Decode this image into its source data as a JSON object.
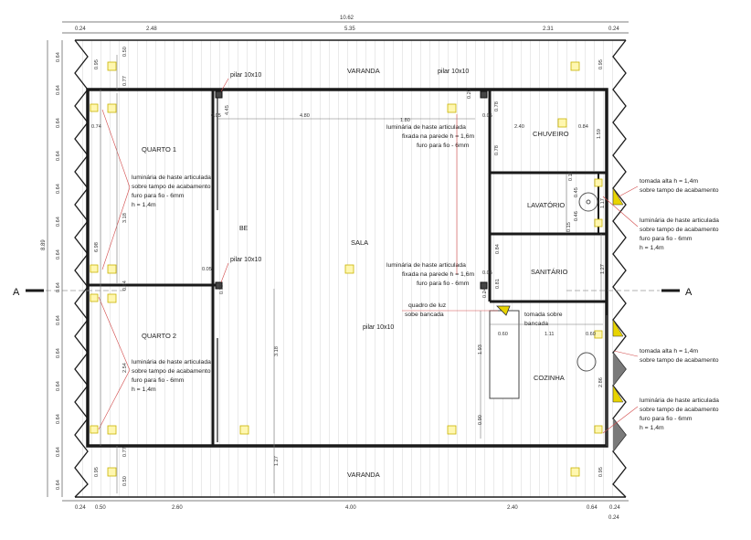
{
  "rooms": {
    "varanda_top": "VARANDA",
    "varanda_bottom": "VARANDA",
    "quarto1": "QUARTO 1",
    "quarto2": "QUARTO 2",
    "be": "BE",
    "sala": "SALA",
    "chuveiro": "CHUVEIRO",
    "lavatorio": "LAVATÓRIO",
    "sanitario": "SANITÁRIO",
    "cozinha": "COZINHA"
  },
  "section_marks": {
    "left": "A",
    "right": "A"
  },
  "dimensions": {
    "top_total": "10.62",
    "top_chain": [
      "0.24",
      "2.48",
      "5.35",
      "2.31",
      "0.24"
    ],
    "bottom_chain": [
      "0.24",
      "0.50",
      "2.60",
      "4.00",
      "2.40",
      "0.64",
      "0.24"
    ],
    "bottom_right": "0.24",
    "left_total": "8.89",
    "left_sides": [
      "0.64",
      "0.64",
      "0.64",
      "0.64",
      "0.64",
      "0.64",
      "0.64",
      "0.64",
      "0.64",
      "0.64",
      "0.64",
      "0.64",
      "0.64",
      "0.64"
    ],
    "interior": {
      "q1_095": "0.95",
      "q1_050": "0.50",
      "q1_077": "0.77",
      "q1_074": "0.74",
      "q1_318": "3.18",
      "q1_698": "6.98",
      "be_005": "0.05",
      "be_445": "4.45",
      "be_077": "0.77",
      "sala_480": "4.80",
      "sala_180": "1.80",
      "sala_005": "0.05",
      "sala_318": "3.18",
      "sala_127": "1.27",
      "q2_254": "2.54",
      "q2_084": "0.84",
      "q2_077": "0.77",
      "q2_050": "0.50",
      "q2_095": "0.95",
      "bath_020": "0.20",
      "bath_078": "0.78",
      "bath_005": "0.05",
      "bath_240": "2.40",
      "bath_084": "0.84",
      "bath_159": "1.59",
      "bath_078b": "0.78",
      "lav_013": "0.13",
      "lav_045": "0.45",
      "lav_046": "0.46",
      "lav_015": "0.15",
      "lav_117": "1.17",
      "san_084": "0.84",
      "san_005": "0.05",
      "san_081": "0.81",
      "san_024": "0.24",
      "san_127": "1.27",
      "coz_060a": "0.60",
      "coz_111": "1.11",
      "coz_060b": "0.60",
      "coz_193": "1.93",
      "coz_090": "0.90",
      "coz_286": "2.86",
      "r_095_top": "0.95",
      "r_095_bot": "0.95"
    }
  },
  "annotations": {
    "pilar_1": "pilar 10x10",
    "pilar_2": "pilar 10x10",
    "pilar_3": "pilar 10x10",
    "pilar_4": "pilar 10x10",
    "lum_parede_1": [
      "luminária de haste articulada",
      "fixada na parede h = 1,6m",
      "furo para fio - 6mm"
    ],
    "lum_parede_2": [
      "luminária de haste articulada",
      "fixada na parede h = 1,6m",
      "furo para fio - 6mm"
    ],
    "lum_q1": [
      "luminária de haste articulada",
      "sobre tampo de acabamento",
      "furo para fio - 6mm",
      "h = 1,4m"
    ],
    "lum_q2": [
      "luminária de haste articulada",
      "sobre tampo de acabamento",
      "furo para fio - 6mm",
      "h = 1,4m"
    ],
    "tomada_alta_1": [
      "tomada alta h = 1,4m",
      "sobre tampo de acabamento"
    ],
    "lum_right_1": [
      "luminária de haste articulada",
      "sobre tampo de acabamento",
      "furo para fio - 6mm",
      "h = 1,4m"
    ],
    "tomada_alta_2": [
      "tomada alta h = 1,4m",
      "sobre tampo de acabamento"
    ],
    "lum_right_2": [
      "luminária de haste articulada",
      "sobre tampo de acabamento",
      "furo para fio - 6mm",
      "h = 1,4m"
    ],
    "quadro_luz": [
      "quadro de luz",
      "sobe bancada"
    ],
    "tomada_bancada": [
      "tomada sobre",
      "bancada"
    ]
  },
  "colors": {
    "wall": "#1a1a1a",
    "hatch": "#cfcfcf",
    "dim": "#444444",
    "leader": "#d24a4a",
    "fixture": "#e8d400",
    "fixture_dark": "#7a7a7a"
  }
}
